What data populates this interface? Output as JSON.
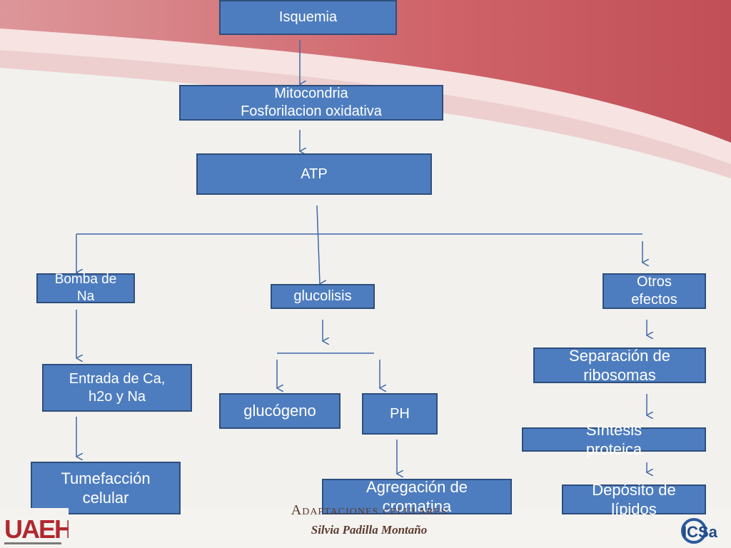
{
  "nodes": {
    "isquemia": "Isquemia",
    "mitocondria": "Mitocondria\nFosforilacion oxidativa",
    "atp": "ATP",
    "bomba": "Bomba de\nNa",
    "glucolisis": "glucolisis",
    "otros": "Otros\nefectos",
    "entrada": "Entrada  de Ca,\nh2o y Na",
    "glucogeno": "glucógeno",
    "ph": "PH",
    "separacion": "Separación de\nribosomas",
    "sintesis": "Síntesis\nproteica",
    "tumefaccion": "Tumefacción\ncelular",
    "agregacion": "Agregación de\ncromatina",
    "deposito": "Depósito de\nlípidos"
  },
  "footer": {
    "title": "Adaptaciones celulares",
    "author": "Silvia Padilla Montaño"
  },
  "logos": {
    "left": "UAEH",
    "right": "ICSa"
  },
  "colors": {
    "box_fill": "#4e7dbf",
    "box_border": "#2d4e7c",
    "arrow": "#3f68a8",
    "header_red": "#c4444c"
  }
}
